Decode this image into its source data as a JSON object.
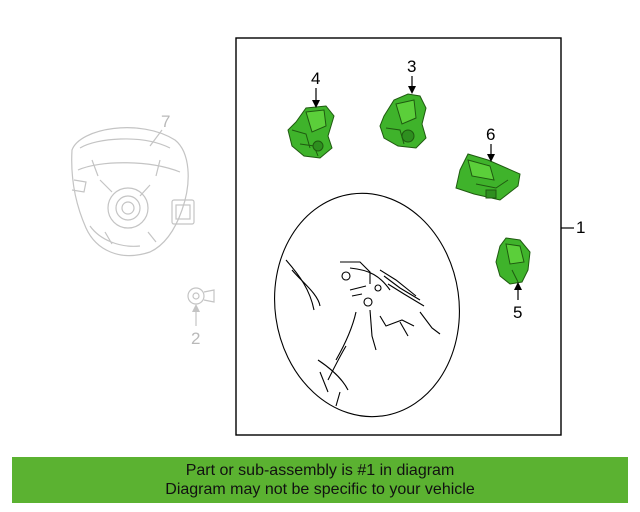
{
  "callouts": {
    "c1": "1",
    "c2": "2",
    "c3": "3",
    "c4": "4",
    "c5": "5",
    "c6": "6",
    "c7": "7"
  },
  "colors": {
    "highlight_part": "#3fb32b",
    "banner": "#5bb231",
    "faded_part": "#c4c4c4"
  },
  "banner": {
    "line1": "Part or sub-assembly is #1 in diagram",
    "line2": "Diagram may not be specific to your vehicle"
  }
}
